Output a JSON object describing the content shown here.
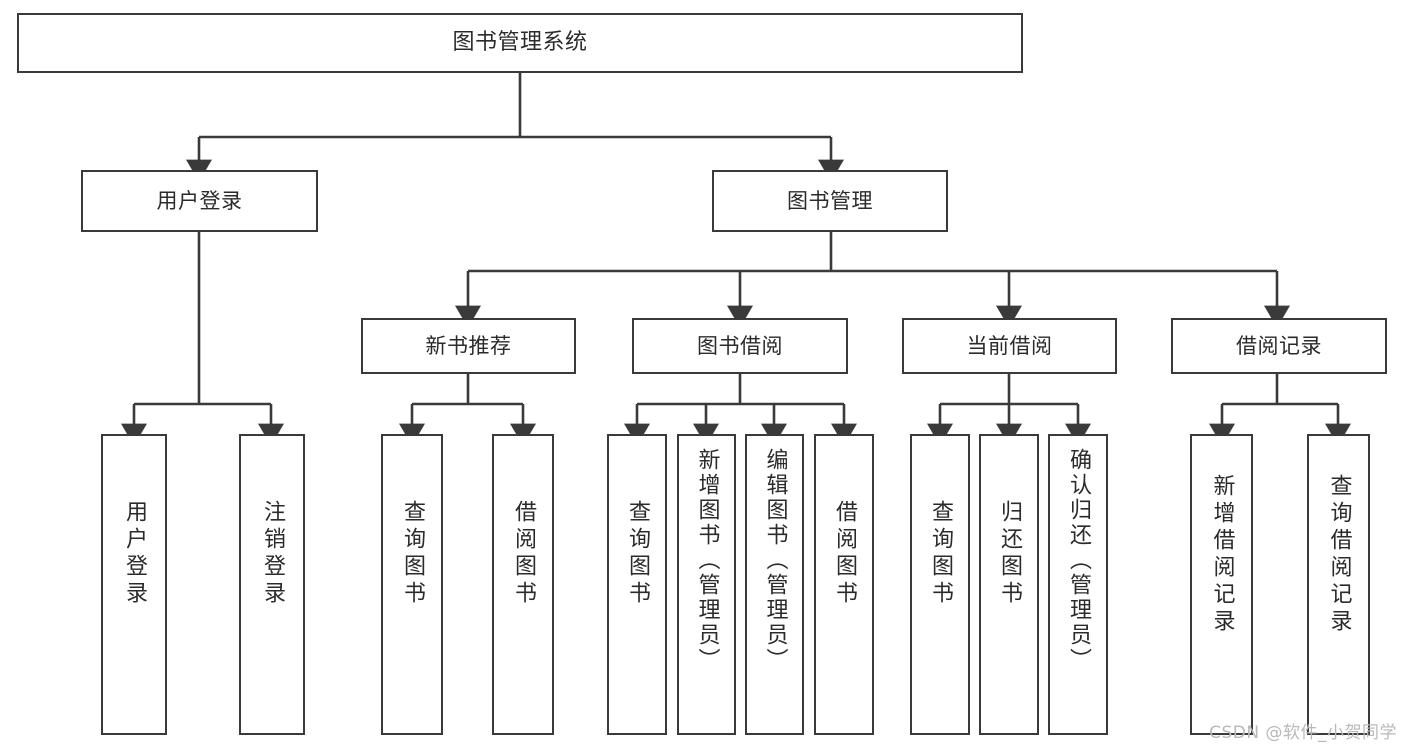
{
  "diagram": {
    "title": "图书管理系统",
    "type": "tree",
    "watermark": "CSDN @软件_小贺同学",
    "colors": {
      "box_border": "#3a3a3a",
      "box_fill": "#ffffff",
      "text": "#2b2b2b",
      "edge": "#3a3a3a",
      "watermark": "#b9b9b9",
      "background": "#ffffff"
    },
    "levels": {
      "root": [
        "图书管理系统"
      ],
      "level1": [
        "用户登录",
        "图书管理"
      ],
      "level2": [
        "新书推荐",
        "图书借阅",
        "当前借阅",
        "借阅记录"
      ],
      "leaves": [
        "用户登录",
        "注销登录",
        "查询图书",
        "借阅图书",
        "查询图书",
        "新增图书（管理员）",
        "编辑图书（管理员）",
        "借阅图书",
        "查询图书",
        "归还图书",
        "确认归还（管理员）",
        "新增借阅记录",
        "查询借阅记录"
      ]
    },
    "nodes": {
      "root": {
        "label": "图书管理系统"
      },
      "user_login": {
        "label": "用户登录"
      },
      "book_manage": {
        "label": "图书管理"
      },
      "new_book_rec": {
        "label": "新书推荐"
      },
      "book_borrow": {
        "label": "图书借阅"
      },
      "current_borrow": {
        "label": "当前借阅"
      },
      "borrow_record": {
        "label": "借阅记录"
      },
      "leaf_user_login": {
        "label": "用户登录"
      },
      "leaf_user_logout": {
        "label": "注销登录"
      },
      "leaf_query_book_a": {
        "label": "查询图书"
      },
      "leaf_borrow_book_a": {
        "label": "借阅图书"
      },
      "leaf_query_book_b": {
        "label": "查询图书"
      },
      "leaf_add_book": {
        "label": "新增图书（管理员）"
      },
      "leaf_edit_book": {
        "label": "编辑图书（管理员）"
      },
      "leaf_borrow_book_b": {
        "label": "借阅图书"
      },
      "leaf_query_book_c": {
        "label": "查询图书"
      },
      "leaf_return_book": {
        "label": "归还图书"
      },
      "leaf_confirm_return": {
        "label": "确认归还（管理员）"
      },
      "leaf_add_record": {
        "label": "新增借阅记录"
      },
      "leaf_query_record": {
        "label": "查询借阅记录"
      }
    }
  }
}
